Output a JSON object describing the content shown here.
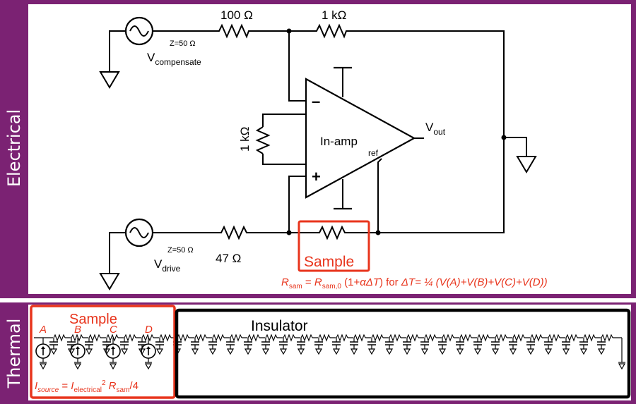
{
  "panels": {
    "electrical_label": "Electrical",
    "thermal_label": "Thermal"
  },
  "electrical": {
    "r100": "100 Ω",
    "r1k_top": "1 kΩ",
    "r1k_gain": "1 kΩ",
    "z_comp": "Z=50 Ω",
    "z_drive": "Z=50 Ω",
    "v_compensate": {
      "main": "V",
      "sub": "compensate"
    },
    "v_drive": {
      "main": "V",
      "sub": "drive"
    },
    "v_out": {
      "main": "V",
      "sub": "out"
    },
    "inamp_label": "In-amp",
    "ref_label": "ref",
    "minus": "–",
    "plus": "+",
    "r47": "47 Ω",
    "sample_label": "Sample",
    "formula": {
      "r": "R",
      "sam": "sam",
      "eq": " = ",
      "r2": "R",
      "sam0": "sam,0",
      "body": " (1+",
      "alpha": "αΔT",
      "close": ")  for ",
      "dt": "ΔT",
      "rest": "= ¼ (V(A)+V(B)+V(C)+V(D))"
    }
  },
  "thermal": {
    "sample_label": "Sample",
    "insulator_label": "Insulator",
    "nodes": [
      "A",
      "B",
      "C",
      "D"
    ],
    "isource_formula": {
      "i": "I",
      "source": "source",
      "eq": " = ",
      "i2": "I",
      "electrical": "electrical",
      "sq": "2",
      "r": " R",
      "sam": "sam",
      "tail": "/4"
    }
  },
  "colors": {
    "panel": "#7b2273",
    "accent_red": "#e8341c",
    "wire": "#000000"
  }
}
